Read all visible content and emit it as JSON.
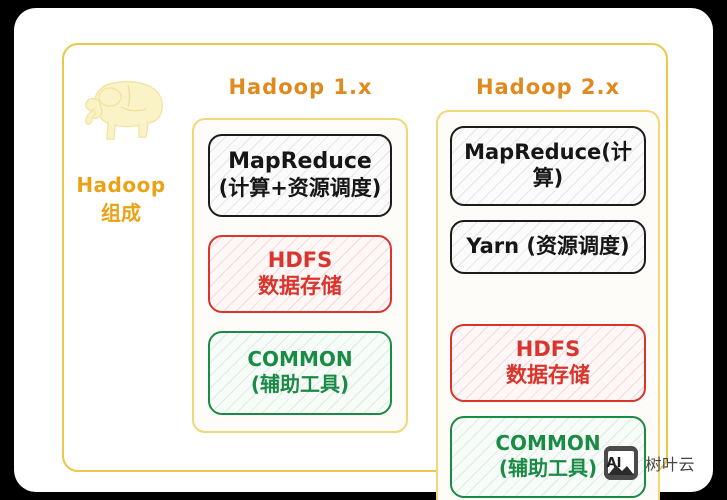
{
  "diagram": {
    "title_label": {
      "en": "Hadoop",
      "cn": "组成"
    },
    "logo_name": "hadoop-elephant-logo",
    "columns": [
      {
        "id": "hadoop-1x",
        "title": "Hadoop 1.x",
        "modules": [
          {
            "id": "mapreduce",
            "color": "dark",
            "line1": "MapReduce",
            "line2": "(计算+资源调度)"
          },
          {
            "id": "hdfs",
            "color": "red",
            "line1": "HDFS",
            "line2": "数据存储"
          },
          {
            "id": "common",
            "color": "green",
            "line1": "COMMON",
            "line2": "(辅助工具)"
          }
        ]
      },
      {
        "id": "hadoop-2x",
        "title": "Hadoop 2.x",
        "modules": [
          {
            "id": "mapreduce",
            "color": "dark",
            "line1": "MapReduce(计算)",
            "line2": ""
          },
          {
            "id": "yarn",
            "color": "dark",
            "line1": "Yarn (资源调度)",
            "line2": ""
          },
          {
            "id": "hdfs",
            "color": "red",
            "line1": "HDFS",
            "line2": "数据存储"
          },
          {
            "id": "common",
            "color": "green",
            "line1": "COMMON",
            "line2": "(辅助工具)"
          }
        ]
      }
    ]
  },
  "watermark": {
    "icon_label": "AI",
    "text": "树叶云"
  },
  "colors": {
    "frame_yellow": "#e9c84a",
    "inner_yellow": "#f0d878",
    "title_orange": "#e08a1e",
    "label_orange": "#e8a317",
    "dark": "#1c1c1c",
    "red": "#d9352c",
    "green": "#1a8b45",
    "card_background": "#ffffff",
    "screen_background": "#000000"
  }
}
